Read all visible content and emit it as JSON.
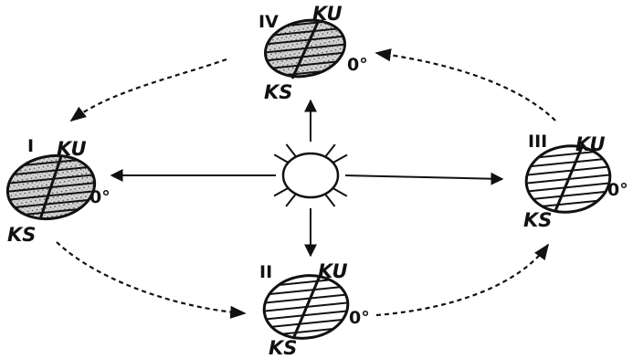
{
  "colors": {
    "ink": "#111111",
    "shade": "#c8c8c8",
    "paper": "#ffffff"
  },
  "sun": {
    "name": "sun"
  },
  "earths": [
    {
      "id": "IV",
      "label": "IV",
      "north": "KU",
      "south": "KS",
      "equator": "0°",
      "shaded": true
    },
    {
      "id": "I",
      "label": "I",
      "north": "KU",
      "south": "KS",
      "equator": "0°",
      "shaded": true
    },
    {
      "id": "III",
      "label": "III",
      "north": "KU",
      "south": "KS",
      "equator": "0°",
      "shaded": false
    },
    {
      "id": "II",
      "label": "II",
      "north": "KU",
      "south": "KS",
      "equator": "0°",
      "shaded": false
    }
  ]
}
